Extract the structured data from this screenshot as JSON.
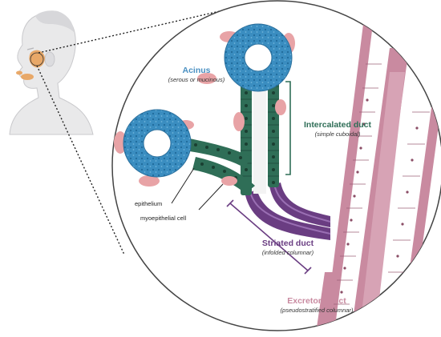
{
  "labels": {
    "acinus": {
      "title": "Acinus",
      "subtitle": "(serous or mucinous)"
    },
    "intercalated": {
      "title": "Intercalated duct",
      "subtitle": "(simple cuboidal)"
    },
    "striated": {
      "title": "Striated duct",
      "subtitle": "(infolded columnar)"
    },
    "excretory": {
      "title": "Excretory duct",
      "subtitle": "(pseudostratified columnar)"
    },
    "epithelium": "epithelium",
    "myoepithelial": "myoepithelial cell"
  },
  "colors": {
    "acinus": "#3a8dc0",
    "acinus_title": "#4a90c2",
    "intercalated": "#2f6e57",
    "intercalated_title": "#2f6e57",
    "striated": "#6a3d82",
    "striated_title": "#6a3d82",
    "excretory": "#c98aa0",
    "excretory_title": "#c98aa0",
    "myoepithelial": "#e8a3a6",
    "gland": "#e8a15a"
  }
}
